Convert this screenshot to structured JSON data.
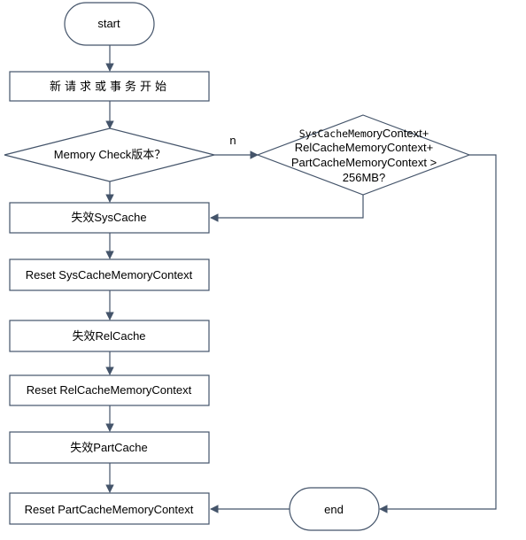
{
  "flowchart": {
    "start": {
      "label": "start"
    },
    "new_request": {
      "label": "新请求或事务开始"
    },
    "memory_check": {
      "label": "Memory Check版本？"
    },
    "no_edge": {
      "label": "n"
    },
    "size_check": {
      "line1_mono": "SysCacheMem",
      "line1_rest": "oryContext+",
      "line2": "RelCacheMemoryContext+",
      "line3": "PartCacheMemoryContext >",
      "line4": "256MB?"
    },
    "invalidate_syscache": {
      "label": "失效SysCache"
    },
    "reset_syscache": {
      "label": "Reset SysCacheMemoryContext"
    },
    "invalidate_relcache": {
      "label": "失效RelCache"
    },
    "reset_relcache": {
      "label": "Reset RelCacheMemoryContext"
    },
    "invalidate_partcache": {
      "label": "失效PartCache"
    },
    "reset_partcache": {
      "label": "Reset PartCacheMemoryContext"
    },
    "end": {
      "label": "end"
    }
  },
  "colors": {
    "stroke": "#44546a",
    "background": "#ffffff",
    "text": "#000000"
  }
}
